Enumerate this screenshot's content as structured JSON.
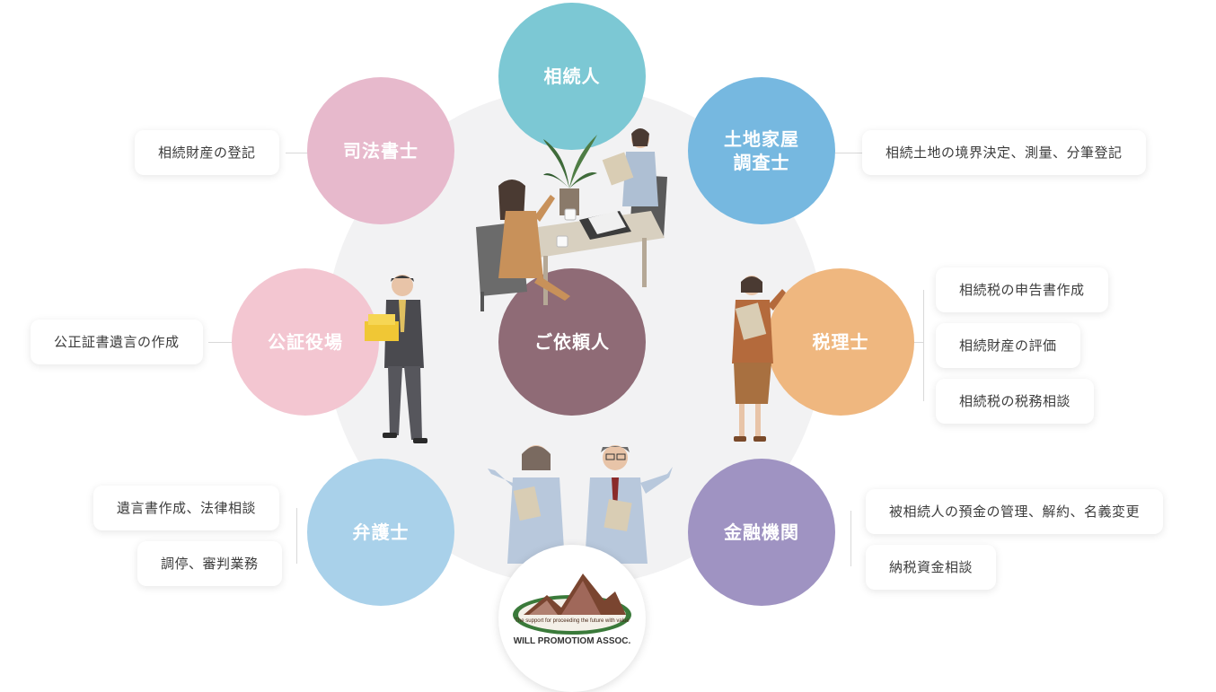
{
  "nodes": {
    "souzokunin": "相続人",
    "shihou": "司法書士",
    "tochi": "土地家屋\n調査士",
    "kousei": "公証役場",
    "irainin": "ご依頼人",
    "zeirishi": "税理士",
    "bengoshi": "弁護士",
    "kinyu": "金融機関"
  },
  "tags": {
    "shihou": [
      "相続財産の登記"
    ],
    "tochi": [
      "相続土地の境界決定、測量、分筆登記"
    ],
    "kousei": [
      "公正証書遺言の作成"
    ],
    "zeirishi": [
      "相続税の申告書作成",
      "相続財産の評価",
      "相続税の税務相談"
    ],
    "bengoshi": [
      "遺言書作成、法律相談",
      "調停、審判業務"
    ],
    "kinyu": [
      "被相続人の預金の管理、解約、名義変更",
      "納税資金相談"
    ]
  },
  "logo": {
    "tagline": "The support for proceeding the future with value",
    "name": "WILL PROMOTIOM ASSOC."
  },
  "colors": {
    "souzokunin": "#7cc8d4",
    "shihou": "#e7b9cc",
    "tochi": "#76b8e0",
    "kousei": "#f3c6d1",
    "irainin": "#8f6b76",
    "zeirishi": "#efb77f",
    "bengoshi": "#a9d1ea",
    "kinyu": "#9f93c2"
  }
}
